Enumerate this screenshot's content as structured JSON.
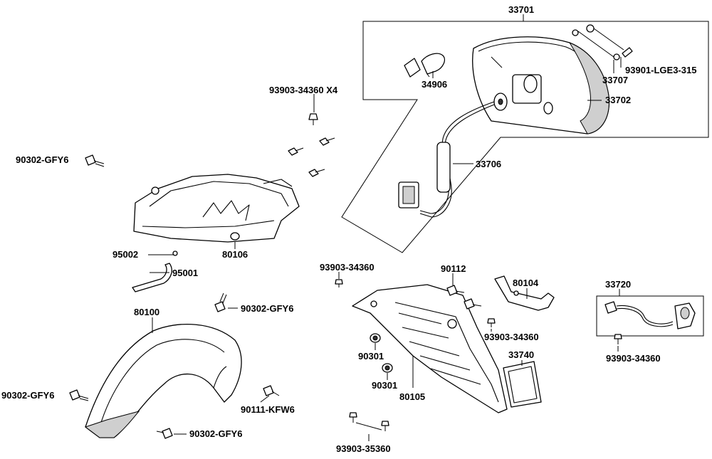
{
  "diagram": {
    "labels": {
      "p33701": "33701",
      "p34906": "34906",
      "p93901": "93901-LGE3-315",
      "p33707": "33707",
      "p33702": "33702",
      "p33706": "33706",
      "p93903x4": "93903-34360 X4",
      "p90302a": "90302-GFY6",
      "p95002": "95002",
      "p80106": "80106",
      "p95001": "95001",
      "p90302b": "90302-GFY6",
      "p80100": "80100",
      "p90302c": "90302-GFY6",
      "p90111": "90111-KFW6",
      "p90302d": "90302-GFY6",
      "p93903a": "93903-34360",
      "p90112": "90112",
      "p80104": "80104",
      "p93903b": "93903-34360",
      "p90301a": "90301",
      "p90301b": "90301",
      "p80105": "80105",
      "p33740": "33740",
      "p93903c": "93903-35360",
      "p33720": "33720",
      "p93903d": "93903-34360"
    }
  }
}
